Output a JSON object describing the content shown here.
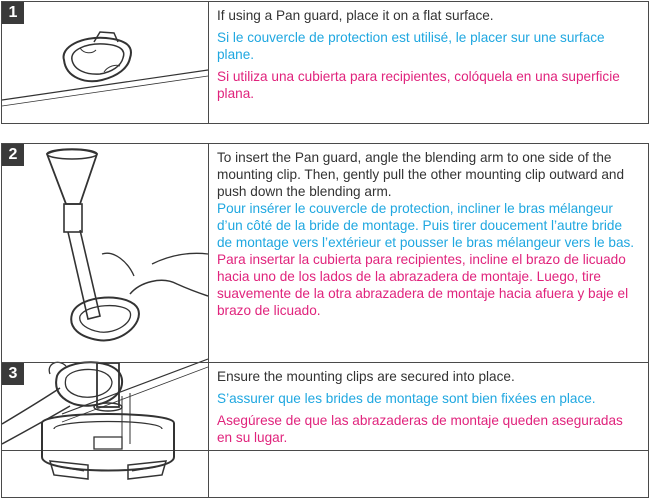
{
  "steps": [
    {
      "number": "1",
      "en": "If using a Pan guard, place it on a flat surface.",
      "fr": "Si le couvercle de protection est utilisé, le placer sur une surface plane.",
      "es": "Si utiliza una cubierta para recipientes, colóquela en una superficie plana."
    },
    {
      "number": "2",
      "en": "To insert the Pan guard, angle the blending arm to one side of the mounting clip. Then, gently pull the other mounting clip outward and push down the blending arm.",
      "fr": "Pour insérer le couvercle de protection, incliner le bras mélangeur d’un côté de la bride de montage. Puis tirer doucement l’autre bride de montage vers l’extérieur et pousser le bras mélangeur vers le bas.",
      "es": "Para insertar la cubierta para recipientes, incline el brazo de licuado hacia uno de los lados de la abrazadera de montaje. Luego, tire suavemente de la otra abrazadera de montaje hacia afuera y baje el brazo de licuado."
    },
    {
      "number": "3",
      "en": "Ensure the mounting clips are secured into place.",
      "fr": "S’assurer que les brides de montage sont bien fixées en place.",
      "es": "Asegúrese de que las abrazaderas de montaje queden aseguradas en su lugar."
    }
  ],
  "colors": {
    "en": "#333333",
    "fr": "#1fa7e0",
    "es": "#e0237c"
  },
  "illustrations": [
    "pan-guard-on-surface",
    "hands-inserting-blending-arm",
    "secured-mounting-clips"
  ]
}
